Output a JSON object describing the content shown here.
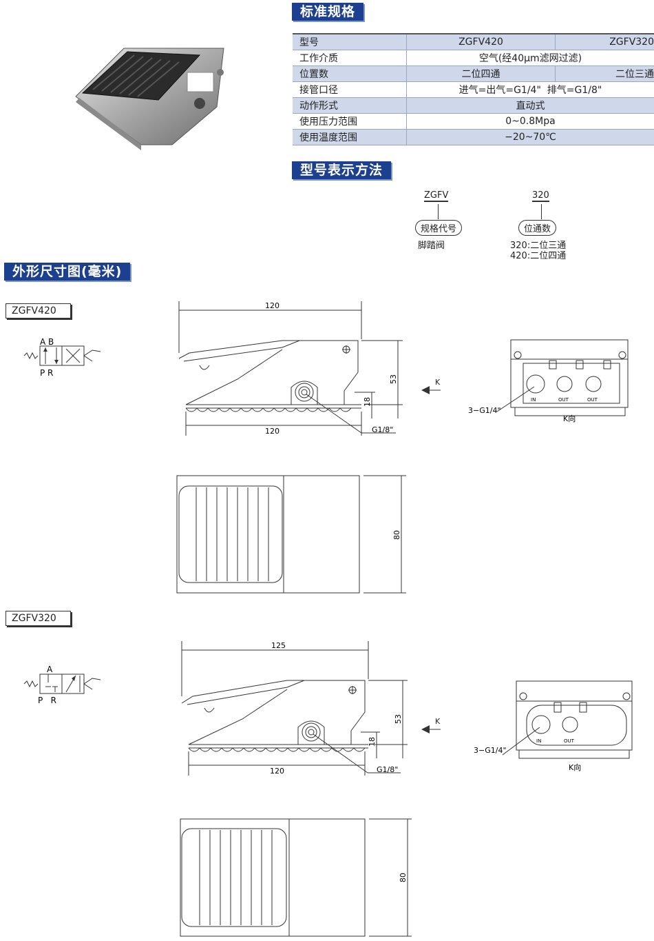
{
  "headings": {
    "spec": "标准规格",
    "model": "型号表示方法",
    "dimensions": "外形尺寸图(毫米)"
  },
  "spec": {
    "rows": [
      {
        "label": "型号",
        "cells": [
          "ZGFV420",
          "ZGFV320"
        ]
      },
      {
        "label": "工作介质",
        "cells": [
          "空气(经40μm滤网过滤)"
        ]
      },
      {
        "label": "位置数",
        "cells": [
          "二位四通",
          "二位三通"
        ]
      },
      {
        "label": "接管口径",
        "cells": [
          "进气=出气=G1/4\"  排气=G1/8\""
        ]
      },
      {
        "label": "动作形式",
        "cells": [
          "直动式"
        ]
      },
      {
        "label": "使用压力范围",
        "cells": [
          "0~0.8Mpa"
        ]
      },
      {
        "label": "使用温度范围",
        "cells": [
          "−20~70℃"
        ]
      }
    ]
  },
  "model_code": {
    "part1": {
      "code": "ZGFV",
      "circle": "规格代号",
      "desc": "脚踏阀"
    },
    "part2": {
      "code": "320",
      "circle": "位通数",
      "desc1": "320:二位三通",
      "desc2": "420:二位四通"
    }
  },
  "models": [
    {
      "name": "ZGFV420",
      "symbol_top": "A B",
      "symbol_bottom": "P R",
      "dims": {
        "top_len": "120",
        "bottom_len": "120",
        "height": "53",
        "port_h": "18",
        "port": "G1/8\"",
        "width": "80"
      },
      "k_view": {
        "k": "K",
        "port_label": "3−G1/4\"",
        "caption": "K向",
        "ports": [
          "IN",
          "OUT",
          "OUT"
        ]
      }
    },
    {
      "name": "ZGFV320",
      "symbol_top": "A",
      "symbol_bottom": "P   R",
      "dims": {
        "top_len": "125",
        "bottom_len": "120",
        "height": "53",
        "port_h": "18",
        "port": "G1/8\"",
        "width": "80"
      },
      "k_view": {
        "k": "K",
        "port_label": "3−G1/4\"",
        "caption": "K向",
        "ports": [
          "IN",
          "OUT"
        ]
      }
    }
  ],
  "colors": {
    "banner": "#1d3f8f",
    "table_band": "#cfd7ea",
    "line": "#333333"
  }
}
